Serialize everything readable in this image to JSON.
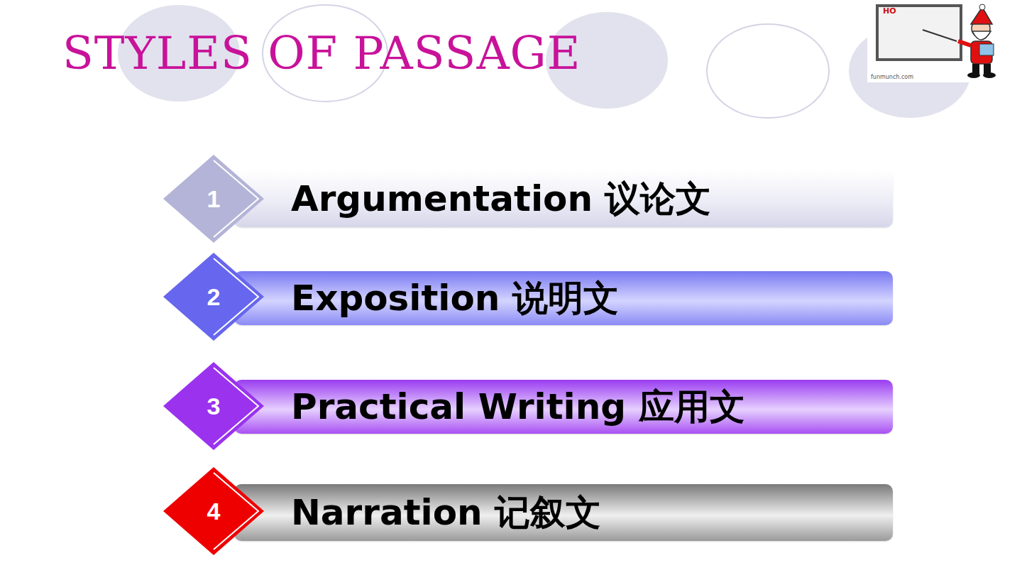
{
  "diagram": {
    "title": "STYLES OF PASSAGE",
    "nodes": [
      {
        "text": [
          "1"
        ]
      },
      {
        "text": [
          "Argumentation  议论文"
        ]
      },
      {
        "text": [
          "2"
        ]
      },
      {
        "text": [
          "Exposition    说明文"
        ]
      },
      {
        "text": [
          "3"
        ]
      },
      {
        "text": [
          "Practical Writing 应用文"
        ]
      },
      {
        "text": [
          "4"
        ]
      },
      {
        "text": [
          "Narration       记叙文"
        ]
      }
    ],
    "labels": [
      "HO",
      "funmunch.com"
    ]
  }
}
